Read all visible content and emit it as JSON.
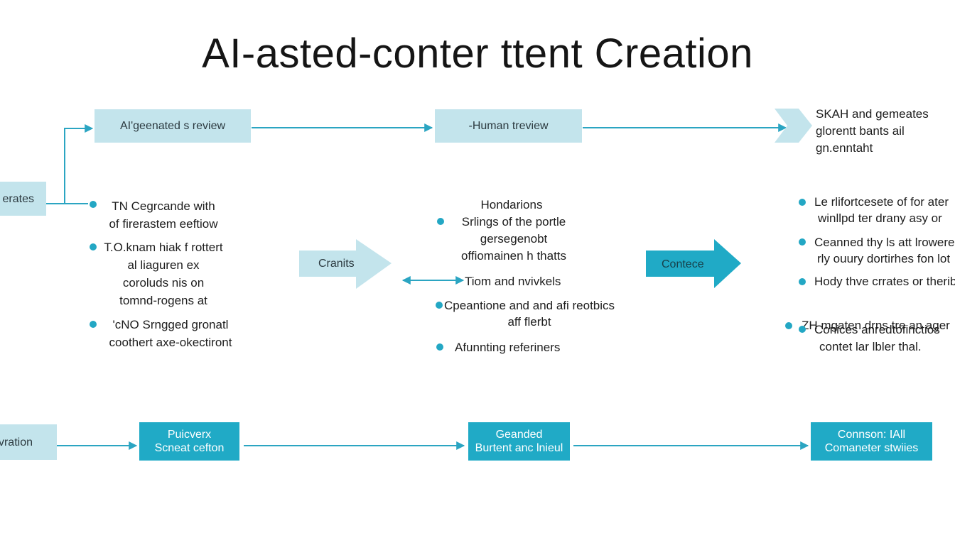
{
  "title": "AI-asted-conter ttent Creation",
  "colors": {
    "light_box": "#c3e4ec",
    "dark_box": "#20aac6",
    "arrow_line": "#2ba5c2",
    "bullet": "#23a7c4"
  },
  "top_row": {
    "box1": "AI'geenated s review",
    "box2": "-Human treview",
    "box3_lines": [
      "SKAH and gemeates",
      "glorentt bants ail",
      "gn.enntaht"
    ]
  },
  "left_stub": "erates",
  "left_bullets": [
    [
      "TN Cegrcande with",
      "of firerastem eeftiow"
    ],
    [
      "T.O.knam hiak f rottert",
      "al liaguren ex",
      "coroluds nis on",
      "tomnd-rogens at"
    ],
    [
      "'cNO Srngged gronatl",
      "coothert axe-okectiront"
    ]
  ],
  "mid_arrows": {
    "left": "Cranits",
    "right": "Contece"
  },
  "center_heading": "Hondarions",
  "center_items": [
    [
      "Srlings of the portle",
      "gersegenobt",
      "offiomainen h thatts"
    ],
    [
      "Tiom and nvivkels"
    ],
    [
      "Cpeantione and and afi reotbics",
      "aff flerbt"
    ],
    [
      "Afunnting referiners"
    ]
  ],
  "right_bullets": [
    [
      "Le rlifortcesete of for ater",
      "winllpd ter drany asy or"
    ],
    [
      "Ceanned thy ls att lrowere",
      "rly ouury dortirhes fon lot"
    ],
    [
      "Hody thve crrates or therib"
    ],
    [
      "ZH mgaten drns tre an ager"
    ],
    [
      "Conices anredtofinctios",
      "contet lar lbler thal."
    ]
  ],
  "bottom_row": {
    "stub": "vration",
    "box1": [
      "Puicverx",
      "Scneat cefton"
    ],
    "box2": [
      "Geanded",
      "Burtent anc lnieul"
    ],
    "box3": [
      "Connson: IAll",
      "Comaneter stwiies"
    ]
  }
}
